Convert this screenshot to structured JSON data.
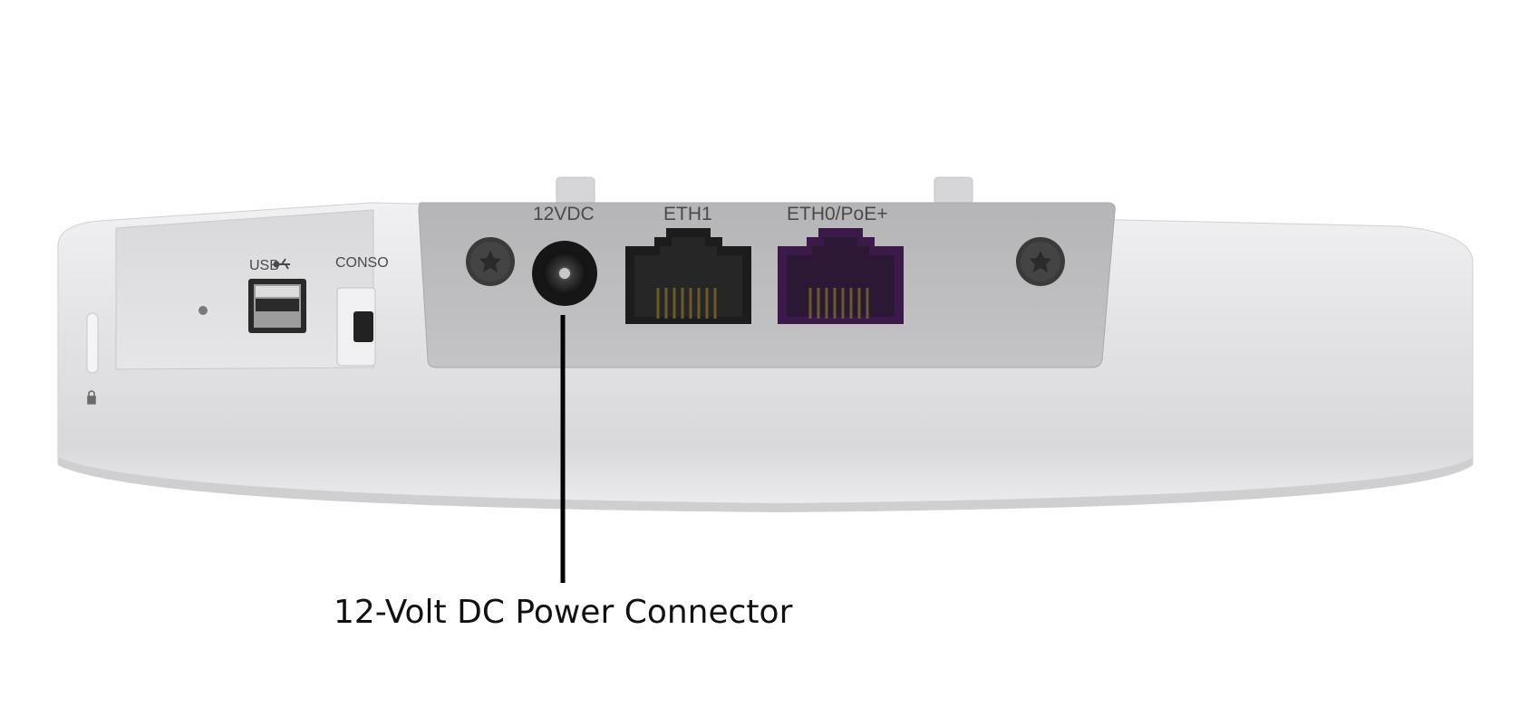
{
  "device": {
    "port_labels": {
      "power": "12VDC",
      "eth1": "ETH1",
      "eth0": "ETH0/PoE+",
      "usb": "USB",
      "console": "CONSO"
    },
    "colors": {
      "body": "#e4e4e6",
      "panel": "#b8b8ba",
      "port_black": "#1c1c1c",
      "port_purple": "#3b1a4a",
      "screw": "#3a3a3a",
      "leader_line": "#000000"
    },
    "icons": [
      "usb-icon",
      "lock-icon",
      "screw-icon"
    ]
  },
  "callout": {
    "label": "12-Volt DC Power Connector"
  }
}
